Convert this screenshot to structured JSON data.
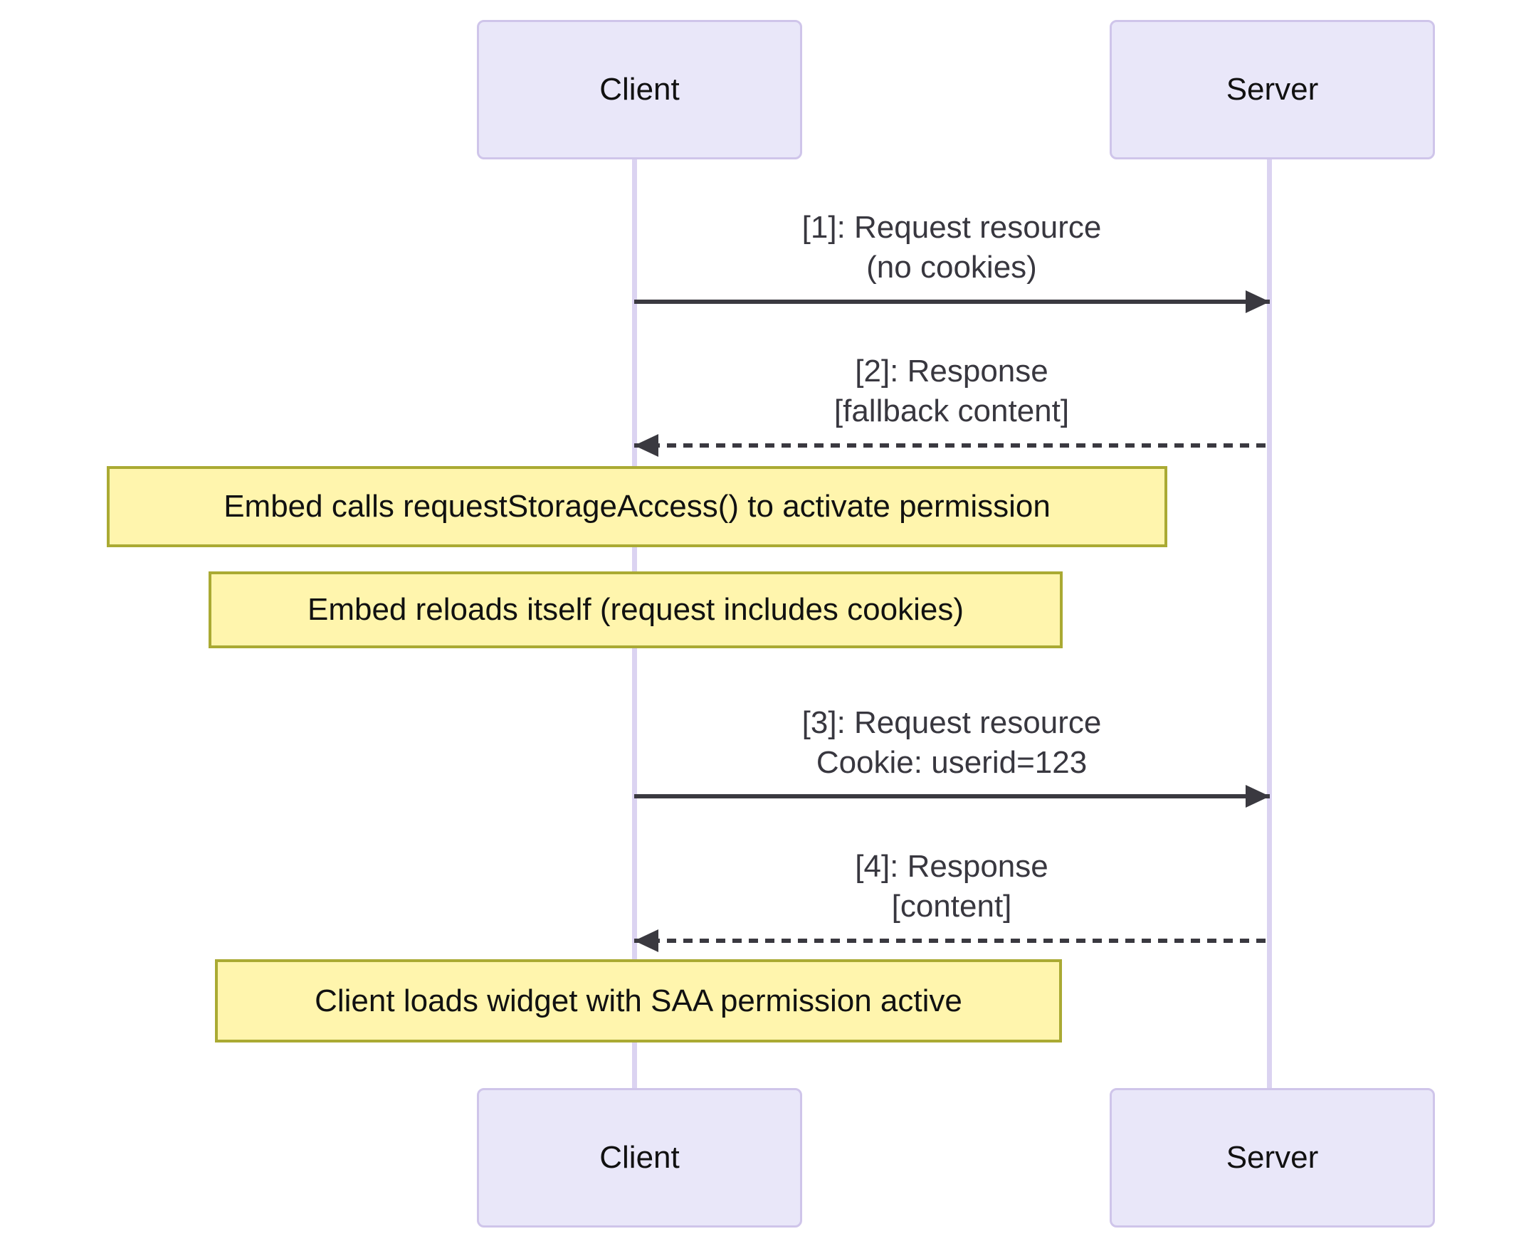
{
  "diagram": {
    "kind": "sequence-diagram",
    "background": "#ffffff",
    "colors": {
      "actor_fill": "#e9e7f9",
      "actor_border": "#cfc5ea",
      "lifeline": "#dbd3f1",
      "note_fill": "#fff5ad",
      "note_border": "#aaaa33",
      "arrow": "#3a3940",
      "message_text": "#38373f",
      "actor_text": "#111111"
    }
  },
  "actors": {
    "client": "Client",
    "server": "Server"
  },
  "messages": [
    {
      "seq": "1",
      "line1": "[1]: Request resource",
      "line2": "(no cookies)",
      "from": "Client",
      "to": "Server",
      "line_style": "solid"
    },
    {
      "seq": "2",
      "line1": "[2]: Response",
      "line2": "[fallback content]",
      "from": "Server",
      "to": "Client",
      "line_style": "dashed"
    },
    {
      "seq": "3",
      "line1": "[3]: Request resource",
      "line2": "Cookie: userid=123",
      "from": "Client",
      "to": "Server",
      "line_style": "solid"
    },
    {
      "seq": "4",
      "line1": "[4]: Response",
      "line2": "[content]",
      "from": "Server",
      "to": "Client",
      "line_style": "dashed"
    }
  ],
  "notes": [
    {
      "text": "Embed calls requestStorageAccess() to activate permission",
      "over": "Client"
    },
    {
      "text": "Embed reloads itself (request includes cookies)",
      "over": "Client"
    },
    {
      "text": "Client loads widget with SAA permission active",
      "over": "Client"
    }
  ]
}
